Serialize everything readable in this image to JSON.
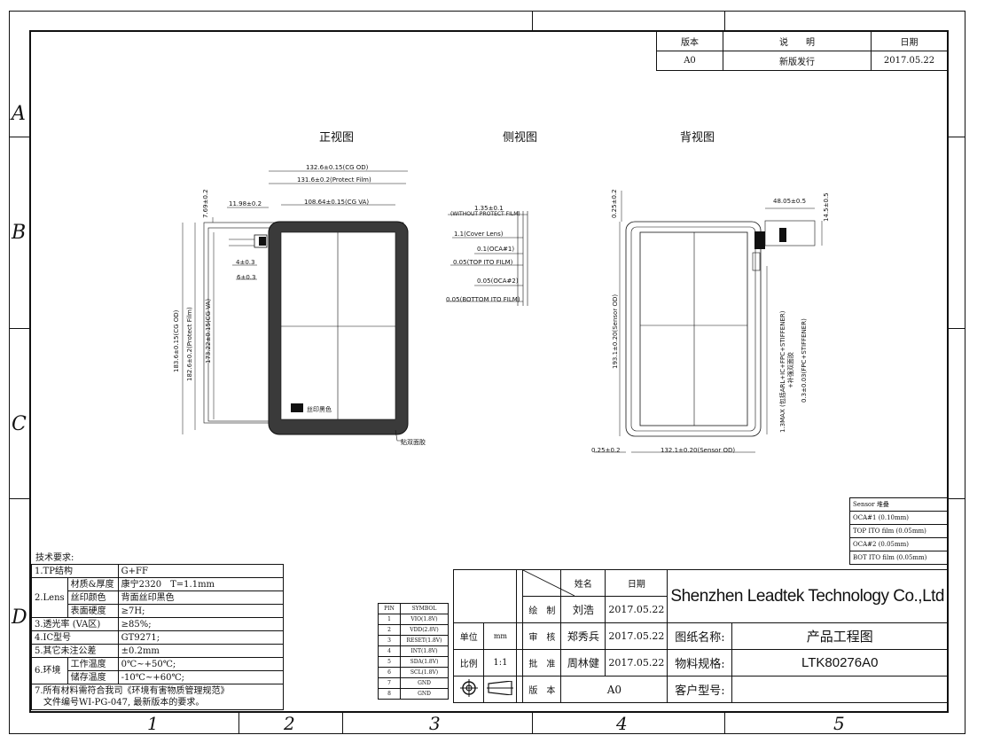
{
  "zones": {
    "letters": [
      "A",
      "B",
      "C",
      "D"
    ],
    "numbers": [
      "1",
      "2",
      "3",
      "4",
      "5"
    ]
  },
  "revision": {
    "headers": [
      "版本",
      "说　　明",
      "日期"
    ],
    "row": [
      "A0",
      "新版发行",
      "2017.05.22"
    ]
  },
  "views": {
    "front": "正视图",
    "side": "侧视图",
    "back": "背视图"
  },
  "front_dims": {
    "cg_od_w": "132.6±0.15(CG OD)",
    "protect_w": "131.6±0.2(Protect Film)",
    "cg_va_w": "108.64±0.15(CG VA)",
    "offset_left": "11.98±0.2",
    "offset_top": "7.69±0.2",
    "dim_4": "4±0.3",
    "dim_6": "6±0.3",
    "cg_od_h": "183.6±0.15(CG OD)",
    "protect_h": "182.6±0.2(Protect Film)",
    "cg_va_h": "173.22±0.15(CG VA)",
    "ink_label": "丝印黑色",
    "tape_label": "贴双面胶"
  },
  "side_dims": {
    "total": "1.35±0.1",
    "total_note": "(WITHOUT PROTECT FILM)",
    "l1": "1.1(Cover Lens)",
    "l2": "0.1(OCA#1)",
    "l3": "0.05(TOP ITO FILM)",
    "l4": "0.05(OCA#2)",
    "l5": "0.05(BOTTOM ITO FILM)"
  },
  "back_dims": {
    "top_offset": "0.25±0.2",
    "fpc_w": "48.05±0.5",
    "fpc_h": "14.5±0.5",
    "sensor_h": "193.1±0.20(Sensor OD)",
    "sensor_w": "132.1±0.20(Sensor OD)",
    "left_offset": "0.25±0.2",
    "ic_note": "1.3MAX (包括ARL+IC+FPC+STIFFENER)",
    "ic_note2": "+补强双面胶",
    "fpc_note": "0.3±0.03(FPC+STIFFENER)"
  },
  "stack": {
    "title": "Sensor 堆叠",
    "rows": [
      "OCA#1 (0.10mm)",
      "TOP ITO film (0.05mm)",
      "OCA#2 (0.05mm)",
      "BOT ITO film (0.05mm)"
    ]
  },
  "tech": {
    "title": "技术要求:",
    "r1": [
      "1.TP结构",
      "G+FF"
    ],
    "lens_label": "2.Lens",
    "lens_rows": [
      [
        "材质&厚度",
        "康宁2320　T=1.1mm"
      ],
      [
        "丝印颜色",
        "背面丝印黑色"
      ],
      [
        "表面硬度",
        "≥7H;"
      ]
    ],
    "r3": [
      "3.透光率 (VA区)",
      "≥85%;"
    ],
    "r4": [
      "4.IC型号",
      "GT9271;"
    ],
    "r5": [
      "5.其它未注公差",
      "±0.2mm"
    ],
    "env_label": "6.环境",
    "env_rows": [
      [
        "工作温度",
        "0℃~+50℃;"
      ],
      [
        "储存温度",
        "-10℃~+60℃;"
      ]
    ],
    "note1": "7.所有材料需符合我司《环境有害物质管理规范》",
    "note2": "　文件编号WI-PG-047, 最新版本的要求。"
  },
  "pins": {
    "headers": [
      "PIN",
      "SYMBOL"
    ],
    "rows": [
      [
        "1",
        "VIO(1.8V)"
      ],
      [
        "2",
        "VDD(2.8V)"
      ],
      [
        "3",
        "RESET(1.8V)"
      ],
      [
        "4",
        "INT(1.8V)"
      ],
      [
        "5",
        "SDA(1.8V)"
      ],
      [
        "6",
        "SCL(1.8V)"
      ],
      [
        "7",
        "GND"
      ],
      [
        "8",
        "GND"
      ]
    ]
  },
  "titleblock": {
    "name_h": "姓名",
    "date_h": "日期",
    "draw": "绘　制",
    "drawer": "刘浩",
    "d1": "2017.05.22",
    "unit": "单位",
    "unit_v": "mm",
    "review": "审　核",
    "reviewer": "郑秀兵",
    "d2": "2017.05.22",
    "scale": "比例",
    "scale_v": "1:1",
    "approve": "批　准",
    "approver": "周林健",
    "d3": "2017.05.22",
    "version": "版　本",
    "version_v": "A0",
    "company": "Shenzhen Leadtek Technology Co.,Ltd",
    "drawing_name_l": "图纸名称:",
    "drawing_name": "产品工程图",
    "spec_l": "物料规格:",
    "spec": "LTK80276A0",
    "customer_l": "客户型号:",
    "customer": ""
  }
}
